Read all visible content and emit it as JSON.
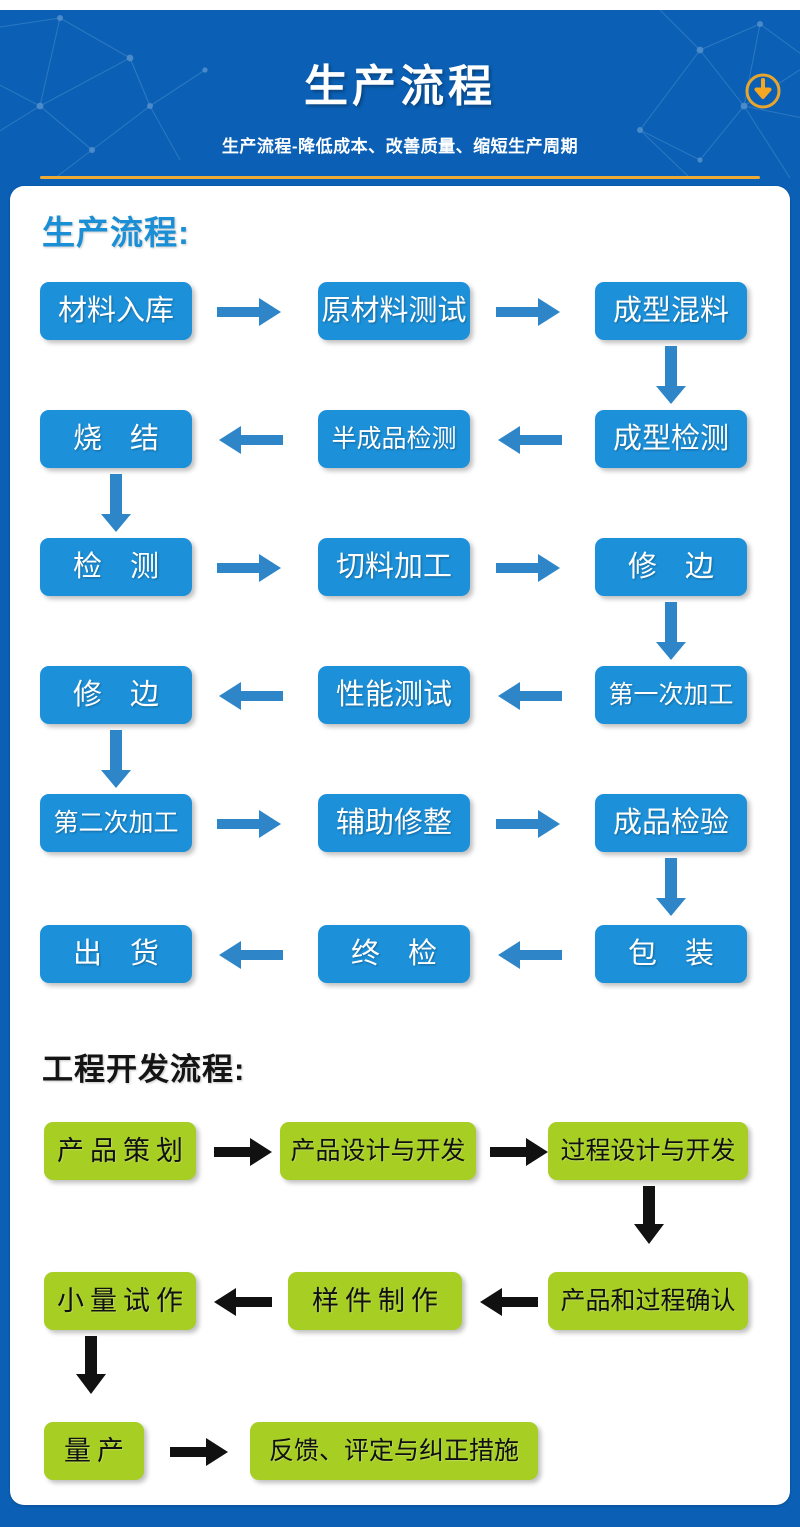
{
  "header": {
    "title": "生产流程",
    "subtitle": "生产流程-降低成本、改善质量、缩短生产周期",
    "download_icon": "download-circle-icon",
    "bg_color": "#0B60B5",
    "rule_color": "#EFAA33"
  },
  "sections": [
    {
      "id": "production",
      "title": "生产流程:",
      "title_color": "#1B8FD5",
      "node_color": "#1C91DA",
      "arrow_color": "#2E86C8",
      "rows": [
        {
          "direction": "right",
          "nodes": [
            "材料入库",
            "原材料测试",
            "成型混料"
          ]
        },
        {
          "direction": "left",
          "nodes": [
            "烧 结",
            "半成品检测",
            "成型检测"
          ]
        },
        {
          "direction": "right",
          "nodes": [
            "检 测",
            "切料加工",
            "修 边"
          ]
        },
        {
          "direction": "left",
          "nodes": [
            "修 边",
            "性能测试",
            "第一次加工"
          ]
        },
        {
          "direction": "right",
          "nodes": [
            "第二次加工",
            "辅助修整",
            "成品检验"
          ]
        },
        {
          "direction": "left",
          "nodes": [
            "出 货",
            "终 检",
            "包 装"
          ]
        }
      ]
    },
    {
      "id": "engineering",
      "title": "工程开发流程:",
      "title_color": "#141414",
      "node_color": "#A7CE22",
      "arrow_color": "#111111",
      "rows": [
        {
          "direction": "right",
          "nodes": [
            "产品策划",
            "产品设计与开发",
            "过程设计与开发"
          ]
        },
        {
          "direction": "left",
          "nodes": [
            "小量试作",
            "样件制作",
            "产品和过程确认"
          ]
        },
        {
          "direction": "right",
          "nodes": [
            "量产",
            "反馈、评定与纠正措施"
          ]
        }
      ]
    }
  ]
}
